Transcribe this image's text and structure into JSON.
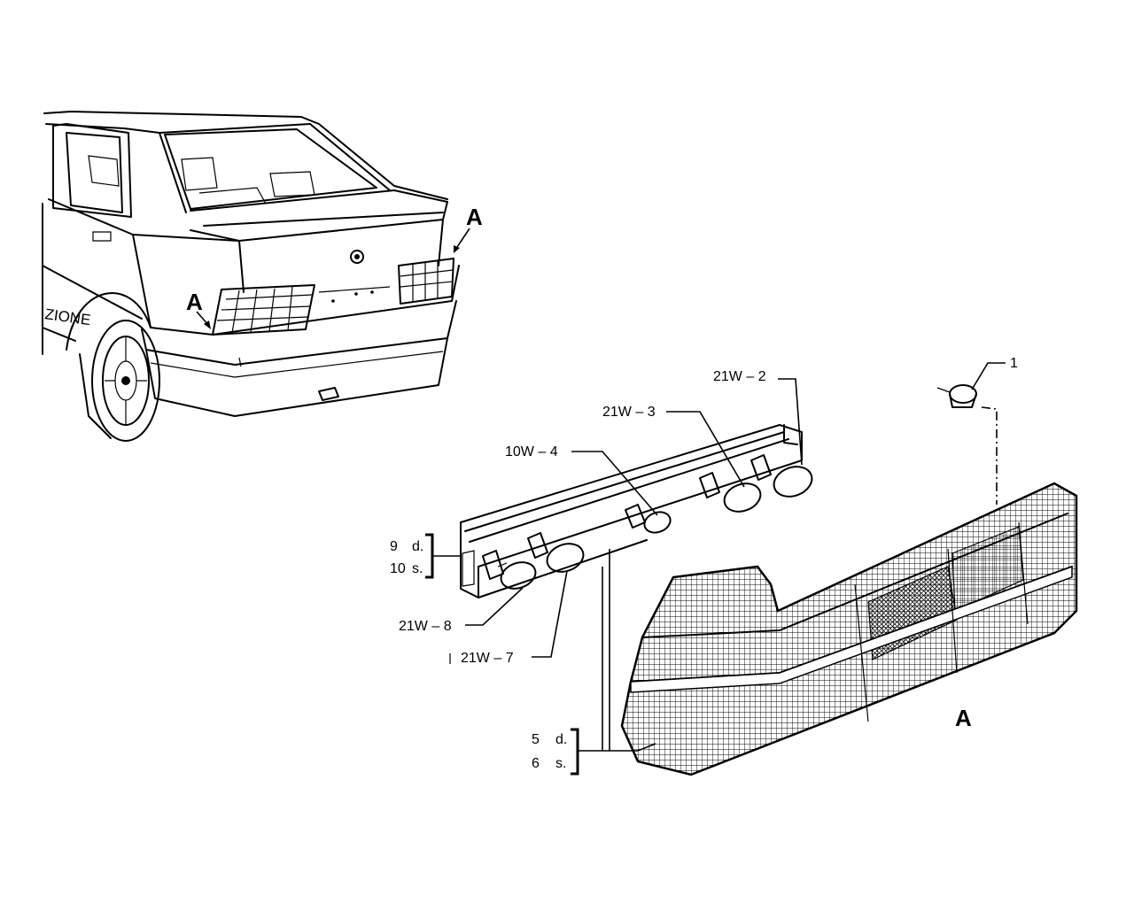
{
  "callouts": {
    "car_a_left": "A",
    "car_a_right": "A",
    "lamp_a": "A",
    "car_badge": "ZIONE"
  },
  "parts": {
    "p1": "1",
    "p2": "21W – 2",
    "p3": "21W – 3",
    "p4": "10W – 4",
    "p7": "21W – 7",
    "p8": "21W – 8",
    "p9_num": "9",
    "p9_side": "d.",
    "p10_num": "10",
    "p10_side": "s.",
    "p5_num": "5",
    "p5_side": "d.",
    "p6_num": "6",
    "p6_side": "s."
  }
}
